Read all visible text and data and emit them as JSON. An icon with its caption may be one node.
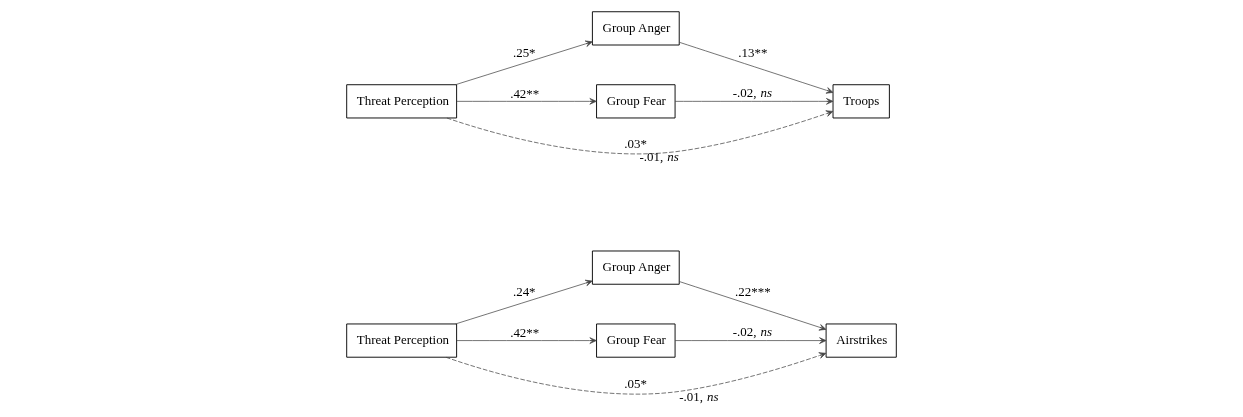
{
  "diagram": {
    "nodes": [
      {
        "text": [
          "Threat Perception"
        ]
      },
      {
        "text": [
          "Group Anger"
        ]
      },
      {
        "text": [
          "Group Fear"
        ]
      },
      {
        "text": [
          "Airstrikes"
        ]
      },
      {
        "text": [
          "Threat Perception"
        ]
      },
      {
        "text": [
          "Group Anger"
        ]
      },
      {
        "text": [
          "Group Fear"
        ]
      },
      {
        "text": [
          "Troops"
        ]
      }
    ],
    "edges": [
      {
        "from": 0,
        "to": 1,
        "arrow": "to",
        "label": ".24*"
      },
      {
        "from": 1,
        "to": 3,
        "arrow": "to",
        "label": ".22***"
      },
      {
        "from": 0,
        "to": 3,
        "arrow": "to",
        "label": ".05*",
        "style": "dashed"
      },
      {
        "from": 0,
        "to": 2,
        "arrow": "to",
        "label": ".42**"
      },
      {
        "from": 2,
        "to": 3,
        "arrow": "to",
        "label": "-.02, *ns*"
      },
      {
        "from": 4,
        "to": 5,
        "arrow": "to",
        "label": ".25*"
      },
      {
        "from": 5,
        "to": 7,
        "arrow": "to",
        "label": ".13**"
      },
      {
        "from": 4,
        "to": 7,
        "arrow": "to",
        "label": ".03*",
        "style": "dashed"
      },
      {
        "from": 4,
        "to": 6,
        "arrow": "to",
        "label": ".42**"
      },
      {
        "from": 6,
        "to": 7,
        "arrow": "to",
        "label": "-.02, *ns*"
      }
    ],
    "labels": [
      "-.01, *ns*",
      "-.01, *ns*"
    ]
  }
}
